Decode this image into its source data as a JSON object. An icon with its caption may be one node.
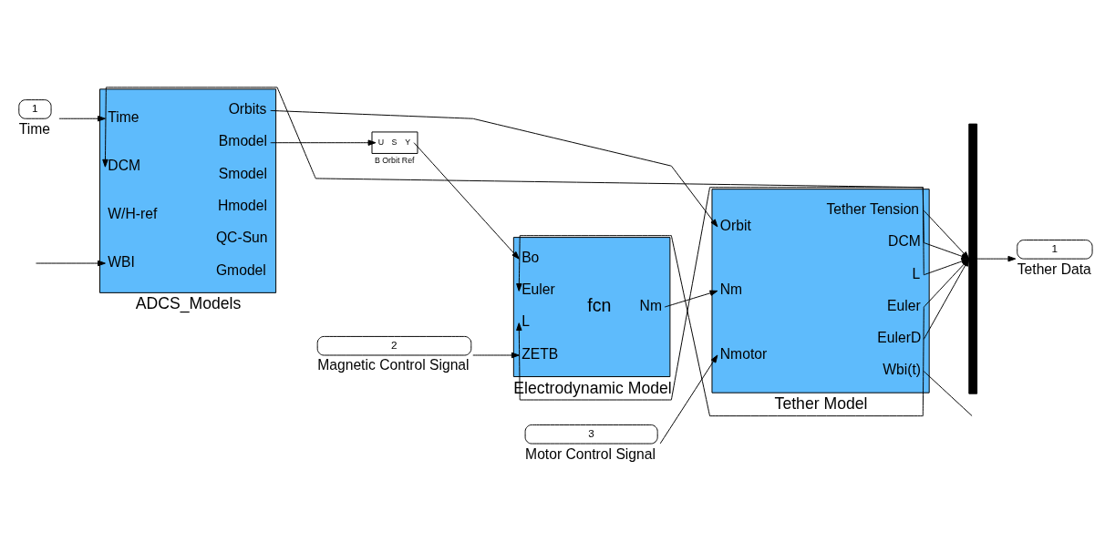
{
  "diagram": {
    "nodes": [
      {
        "text": [
          "1"
        ],
        "beside": [
          "Time"
        ]
      },
      {
        "text": [
          "Time",
          "DCM",
          "W/H-ref",
          "WBI",
          "Orbits",
          "Bmodel",
          "Smodel",
          "Hmodel",
          "QC-Sun",
          "Gmodel"
        ],
        "beside": [
          "ADCS_Models"
        ]
      },
      {
        "text": [
          "U",
          "S",
          "Y"
        ],
        "beside": [
          "B Orbit Ref"
        ]
      },
      {
        "text": [
          "Bo",
          "Euler",
          "L",
          "ZETB",
          "fcn",
          "Nm"
        ],
        "beside": [
          "Electrodynamic Model"
        ]
      },
      {
        "text": [
          "Orbit",
          "Nm",
          "Nmotor",
          "Tether Tension",
          "DCM",
          "L",
          "Euler",
          "EulerD",
          "Wbi(t)"
        ],
        "beside": [
          "Tether Model"
        ]
      },
      {
        "text": [],
        "shape": "bar"
      },
      {
        "text": [
          "1"
        ],
        "beside": [
          "Tether Data"
        ]
      },
      {
        "text": [
          "2"
        ],
        "beside": [
          "Magnetic Control Signal"
        ]
      },
      {
        "text": [
          "3"
        ],
        "beside": [
          "Motor Control Signal"
        ]
      }
    ],
    "edges": [
      {
        "from": 0,
        "to": 1,
        "arrow": "to"
      },
      {
        "from": 4,
        "to": 1,
        "arrow": "to"
      },
      {
        "from": 1,
        "to": 4,
        "arrow": "to"
      },
      {
        "from": 1,
        "to": 2,
        "arrow": "to"
      },
      {
        "from": 2,
        "to": 3,
        "arrow": "to"
      },
      {
        "from": 3,
        "to": 4,
        "arrow": "to"
      },
      {
        "from": 4,
        "to": 5,
        "arrow": "to"
      },
      {
        "from": 4,
        "to": 5,
        "arrow": "to"
      },
      {
        "from": 4,
        "to": 5,
        "arrow": "to"
      },
      {
        "from": 4,
        "to": 5,
        "arrow": "to"
      },
      {
        "from": 4,
        "to": 5,
        "arrow": "to"
      },
      {
        "from": 5,
        "to": 6,
        "arrow": "to"
      },
      {
        "from": 4,
        "to": 3,
        "arrow": "to"
      },
      {
        "from": 4,
        "to": 3,
        "arrow": "to"
      },
      {
        "from": 7,
        "to": 3,
        "arrow": "to"
      },
      {
        "from": 8,
        "to": 4,
        "arrow": "to"
      },
      {
        "from": 4,
        "to": null,
        "arrow": "none"
      },
      {
        "from": null,
        "to": 1,
        "arrow": "to"
      }
    ]
  }
}
